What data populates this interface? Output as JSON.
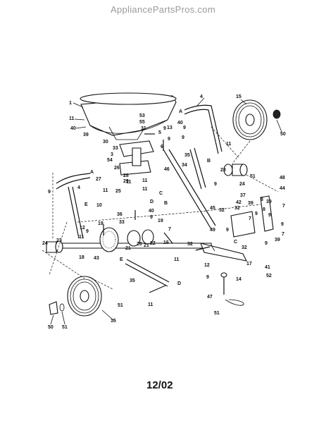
{
  "watermark": "AppliancePartsPros.com",
  "date_code": "12/02",
  "labels": {
    "p1": "1",
    "p3": "3",
    "p4a": "4",
    "p4b": "4",
    "p5": "5",
    "p6": "6",
    "p7a": "7",
    "p7b": "7",
    "p7c": "7",
    "p8a": "8",
    "p8b": "8",
    "p9a": "9",
    "p9b": "9",
    "p9c": "9",
    "p9d": "9",
    "p9e": "9",
    "p9f": "9",
    "p9g": "9",
    "p9h": "9",
    "p9i": "9",
    "p9j": "9",
    "p9k": "9",
    "p10": "10",
    "p11a": "11",
    "p11b": "11",
    "p11c": "11",
    "p11d": "11",
    "p11e": "11",
    "p11f": "11",
    "p11g": "11",
    "p11h": "11",
    "p12a": "12",
    "p12b": "12",
    "p13": "13",
    "p14": "14",
    "p15a": "15",
    "p15b": "15",
    "p16": "16",
    "p17": "17",
    "p18": "18",
    "p19a": "19",
    "p19b": "19",
    "p20": "20",
    "p21a": "21",
    "p21b": "21",
    "p22": "22",
    "p23a": "23",
    "p23b": "23",
    "p24a": "24",
    "p24b": "24",
    "p25": "25",
    "p26": "26",
    "p27": "27",
    "p28": "28",
    "p29": "29",
    "p30": "30",
    "p31": "31",
    "p32a": "32",
    "p32b": "32",
    "p32c": "32",
    "p32d": "32",
    "p33a": "33",
    "p33b": "33",
    "p34": "34",
    "p35a": "35",
    "p35b": "35",
    "p36": "36",
    "p37": "37",
    "p39a": "39",
    "p39b": "39",
    "p39c": "39",
    "p39d": "39",
    "p40a": "40",
    "p40b": "40",
    "p40c": "40",
    "p41": "41",
    "p42": "42",
    "p43": "43",
    "p44": "44",
    "p45": "45",
    "p46": "46",
    "p47": "47",
    "p48": "48",
    "p49": "49",
    "p50a": "50",
    "p50b": "50",
    "p51a": "51",
    "p51b": "51",
    "p51c": "51",
    "p51d": "51",
    "p52": "52",
    "p53": "53",
    "p54": "54",
    "p55": "55",
    "refA1": "A",
    "refA2": "A",
    "refB1": "B",
    "refB2": "B",
    "refC1": "C",
    "refC2": "C",
    "refD1": "D",
    "refD2": "D",
    "refE1": "E",
    "refE2": "E"
  }
}
